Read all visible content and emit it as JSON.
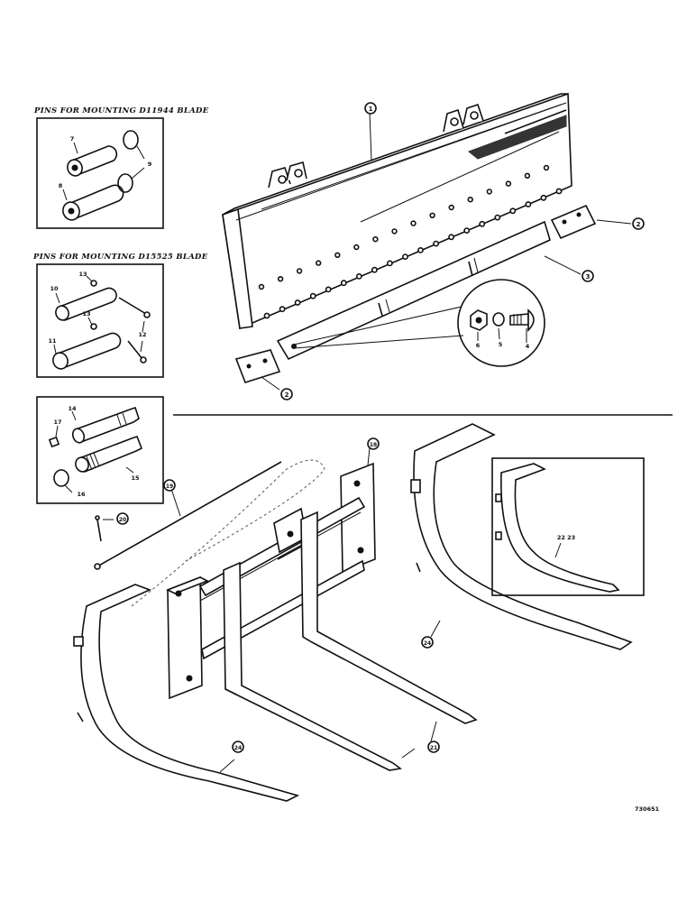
{
  "headings": {
    "pins_d11944": "PINS FOR MOUNTING D11944 BLADE",
    "pins_d15525": "PINS FOR MOUNTING D15525 BLADE"
  },
  "document_code": "730651",
  "callouts": {
    "blade": "1",
    "wear_plate_right": "2",
    "wear_plate_left": "2",
    "cutting_edge": "3",
    "bolt": "4",
    "lock_washer": "5",
    "nut": "6",
    "pin_7": "7",
    "pin_8": "8",
    "ring_9": "9",
    "pin_10": "10",
    "pin_11": "11",
    "bolt_12": "12",
    "fitting_13a": "13",
    "fitting_13b": "13",
    "pin_14": "14",
    "pin_15": "15",
    "ring_16": "16",
    "fitting_17": "17",
    "frame": "18",
    "rod": "19",
    "cotter": "20",
    "fork_tines": "21",
    "inset_parts": "22 23",
    "tine_right": "24",
    "tine_left": "24"
  }
}
